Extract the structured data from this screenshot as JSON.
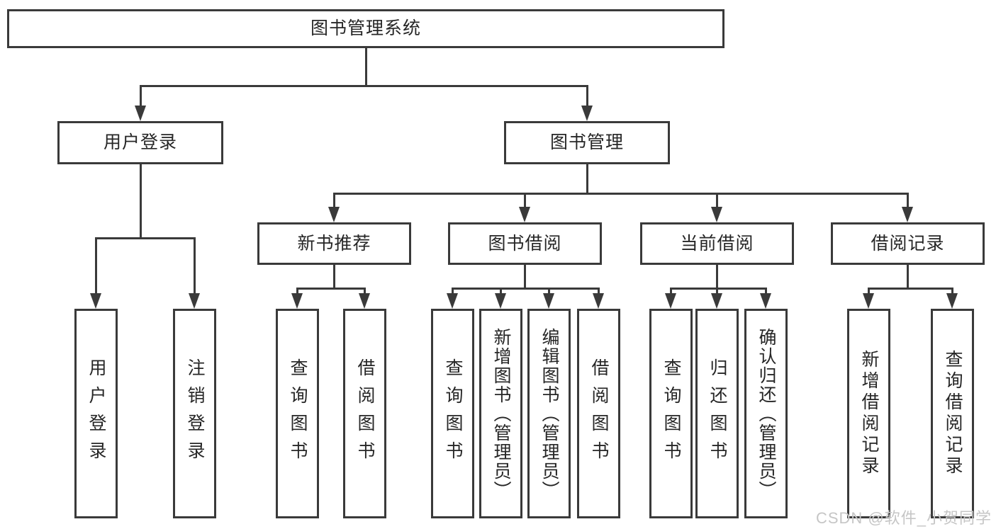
{
  "diagram": {
    "root": {
      "label": "图书管理系统"
    },
    "level2": [
      {
        "id": "user-login",
        "label": "用户登录"
      },
      {
        "id": "book-management",
        "label": "图书管理"
      }
    ],
    "level3": [
      {
        "id": "new-book-recommend",
        "label": "新书推荐"
      },
      {
        "id": "book-borrow",
        "label": "图书借阅"
      },
      {
        "id": "current-borrow",
        "label": "当前借阅"
      },
      {
        "id": "borrow-records",
        "label": "借阅记录"
      }
    ],
    "leaves": [
      {
        "group": "user-login",
        "label": "用户登录"
      },
      {
        "group": "user-login",
        "label": "注销登录"
      },
      {
        "group": "new-book-recommend",
        "label": "查询图书"
      },
      {
        "group": "new-book-recommend",
        "label": "借阅图书"
      },
      {
        "group": "book-borrow",
        "label": "查询图书"
      },
      {
        "group": "book-borrow",
        "label": "新增图书（管理员）"
      },
      {
        "group": "book-borrow",
        "label": "编辑图书（管理员）"
      },
      {
        "group": "book-borrow",
        "label": "借阅图书"
      },
      {
        "group": "current-borrow",
        "label": "查询图书"
      },
      {
        "group": "current-borrow",
        "label": "归还图书"
      },
      {
        "group": "current-borrow",
        "label": "确认归还（管理员）"
      },
      {
        "group": "borrow-records",
        "label": "新增借阅记录"
      },
      {
        "group": "borrow-records",
        "label": "查询借阅记录"
      }
    ]
  },
  "watermark": {
    "text": "CSDN @软件_小贺同学"
  },
  "colors": {
    "line": "#3a3a3a",
    "text": "#262626",
    "watermark": "#c6c6c6",
    "background": "#ffffff"
  }
}
